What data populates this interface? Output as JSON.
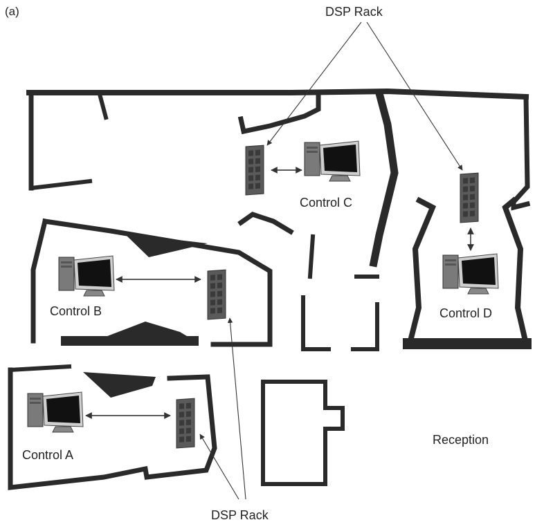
{
  "panel_label": "(a)",
  "labels": {
    "dsp_rack_top": "DSP Rack",
    "dsp_rack_bottom": "DSP Rack",
    "control_a": "Control A",
    "control_b": "Control B",
    "control_c": "Control C",
    "control_d": "Control D",
    "reception": "Reception"
  },
  "colors": {
    "wall": "#2a2a2a",
    "rack": "#5a5a5a",
    "monitor_screen": "#111111",
    "pc_case": "#7a7a7a"
  }
}
